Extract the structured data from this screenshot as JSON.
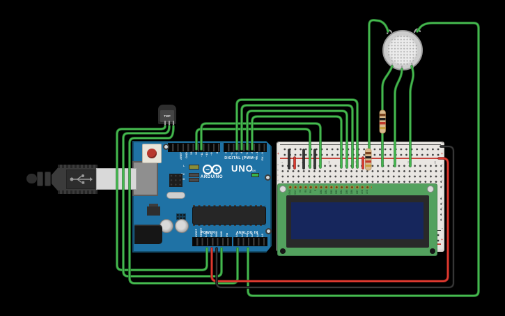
{
  "colors": {
    "bg": "#000000",
    "board_blue": "#1f72a5",
    "board_edge": "#14506f",
    "bb_bg": "#e9e6e2",
    "lcd_green": "#53a15e",
    "lcd_screen": "#16265c",
    "wire_green": "#46bb4f",
    "wire_green_dark": "#2c8035",
    "wire_red": "#e23b30",
    "wire_red_dark": "#8e1f1c",
    "wire_black": "#383838",
    "wire_black_dark": "#0c0c0c",
    "resistor_tan": "#d8b98e"
  },
  "arduino": {
    "brand": "ARDUINO",
    "model": "UNO",
    "digital_label": "DIGITAL (PWM~)",
    "power_label": "POWER",
    "analog_label": "ANALOG IN",
    "digital_pins_left": [
      "AREF",
      "GND",
      "13",
      "12",
      "~11",
      "~10",
      "~9",
      "8"
    ],
    "digital_pins_right": [
      "7",
      "~6",
      "~5",
      "4",
      "~3",
      "2",
      "TX→1",
      "RX←0"
    ],
    "power_pins": [
      "IOREF",
      "RESET",
      "3.3V",
      "5V",
      "GND",
      "GND",
      "Vin"
    ],
    "analog_pins": [
      "A0",
      "A1",
      "A2",
      "A3",
      "A4",
      "A5"
    ],
    "led_labels": {
      "l": "L",
      "tx": "TX",
      "rx": "RX",
      "on": "ON"
    }
  },
  "breadboard": {
    "column_numbers": [
      "1",
      "5",
      "10",
      "15",
      "20",
      "25",
      "30"
    ],
    "rows_top": [
      "a",
      "b",
      "c",
      "d",
      "e"
    ],
    "rows_bottom": [
      "f",
      "g",
      "h",
      "i",
      "j"
    ],
    "plus_mark": "+",
    "minus_mark": "-"
  },
  "lcd": {
    "pin_labels": [
      "GND",
      "VCC",
      "V0",
      "RS",
      "RW",
      "E",
      "DB0",
      "DB1",
      "DB2",
      "DB3",
      "DB4",
      "DB5",
      "DB6",
      "DB7",
      "LED",
      "LED"
    ]
  },
  "tmp_sensor": {
    "label": "TMP"
  }
}
